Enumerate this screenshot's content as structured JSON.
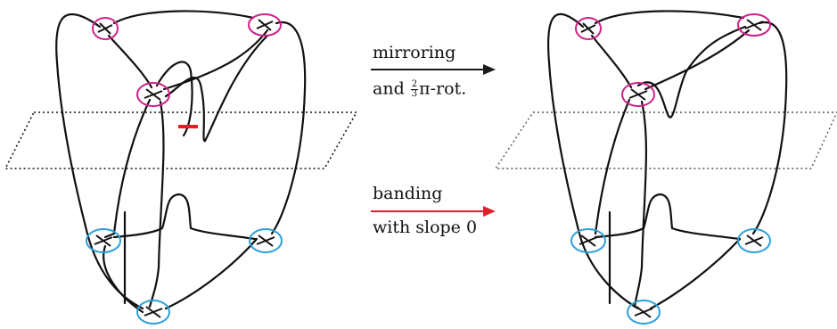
{
  "arrows": {
    "top": {
      "line1": "mirroring",
      "line2_prefix": "and ",
      "frac_num": "2",
      "frac_den": "3",
      "line2_suffix": "π-rot.",
      "color": "#1a1a1a"
    },
    "bottom": {
      "line1": "banding",
      "line2": "with slope 0",
      "color": "#e0202a"
    }
  },
  "colors": {
    "strand": "#111111",
    "upper_circles": "#d0208a",
    "lower_circles": "#2aa0d8",
    "band": "#e02020",
    "plane_left": "#111111",
    "plane_right": "#555555"
  }
}
